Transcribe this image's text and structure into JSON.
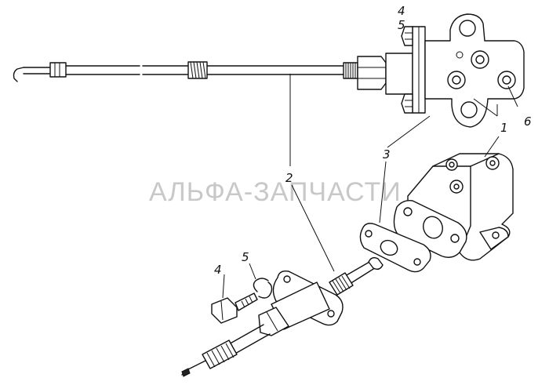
{
  "watermark": "АЛЬФА-ЗАПЧАСТИ",
  "callouts": {
    "top_4": "4",
    "top_5": "5",
    "part_6": "6",
    "part_1": "1",
    "part_3": "3",
    "part_2": "2",
    "bottom_4": "4",
    "bottom_5": "5"
  }
}
